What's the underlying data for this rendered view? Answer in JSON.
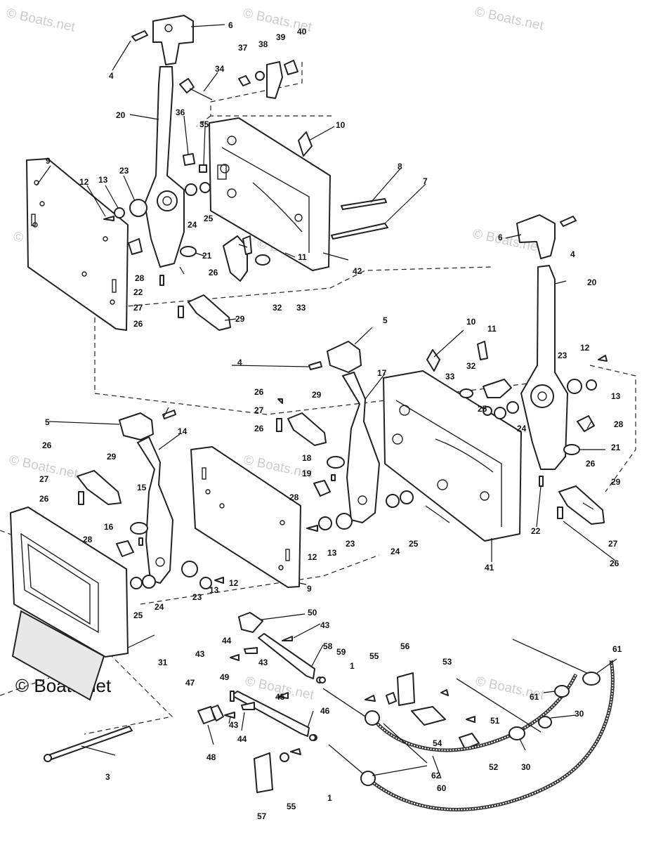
{
  "watermarks": {
    "text": "© Boats.net",
    "text_large": "© Boats.net"
  },
  "labels": {
    "l1": "1",
    "l1b": "1",
    "l3": "3",
    "l4a": "4",
    "l4b": "4",
    "l4c": "4",
    "l5a": "5",
    "l5b": "5",
    "l6a": "6",
    "l6b": "6",
    "l7": "7",
    "l8": "8",
    "l9a": "9",
    "l9b": "9",
    "l10a": "10",
    "l10b": "10",
    "l11a": "11",
    "l11b": "11",
    "l12a": "12",
    "l12b": "12",
    "l12c": "12",
    "l12d": "12",
    "l13a": "13",
    "l13b": "13",
    "l13c": "13",
    "l13d": "13",
    "l14": "14",
    "l15": "15",
    "l16": "16",
    "l17": "17",
    "l18": "18",
    "l19": "19",
    "l20a": "20",
    "l20b": "20",
    "l21a": "21",
    "l21b": "21",
    "l22a": "22",
    "l22b": "22",
    "l23a": "23",
    "l23b": "23",
    "l23c": "23",
    "l23d": "23",
    "l24a": "24",
    "l24b": "24",
    "l24c": "24",
    "l24d": "24",
    "l25a": "25",
    "l25b": "25",
    "l25c": "25",
    "l25d": "25",
    "l26a": "26",
    "l26b": "26",
    "l26c": "26",
    "l26d": "26",
    "l26e": "26",
    "l26f": "26",
    "l26g": "26",
    "l27a": "27",
    "l27b": "27",
    "l27c": "27",
    "l27d": "27",
    "l28a": "28",
    "l28b": "28",
    "l28c": "28",
    "l28d": "28",
    "l29a": "29",
    "l29b": "29",
    "l29c": "29",
    "l29d": "29",
    "l30a": "30",
    "l30b": "30",
    "l31": "31",
    "l32a": "32",
    "l32b": "32",
    "l33a": "33",
    "l33b": "33",
    "l34": "34",
    "l35": "35",
    "l36": "36",
    "l37": "37",
    "l38": "38",
    "l39": "39",
    "l40": "40",
    "l41": "41",
    "l42": "42",
    "l43a": "43",
    "l43b": "43",
    "l43c": "43",
    "l43d": "43",
    "l44a": "44",
    "l44b": "44",
    "l45": "45",
    "l46": "46",
    "l47": "47",
    "l48": "48",
    "l49": "49",
    "l50": "50",
    "l51": "51",
    "l52": "52",
    "l53": "53",
    "l54": "54",
    "l55a": "55",
    "l55b": "55",
    "l56": "56",
    "l57": "57",
    "l58": "58",
    "l59": "59",
    "l60": "60",
    "l61a": "61",
    "l61b": "61",
    "l62": "62"
  }
}
